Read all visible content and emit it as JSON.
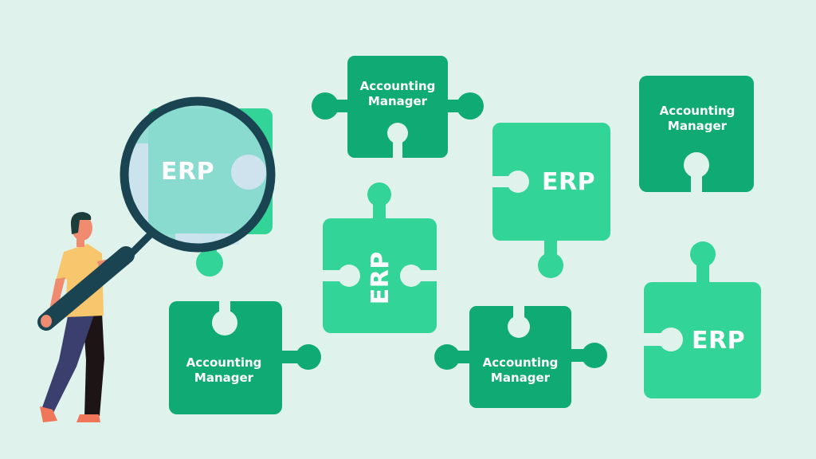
{
  "illustration": {
    "background_color": "#dff3ec",
    "colors": {
      "dark_green": "#10ab74",
      "light_green": "#33d497",
      "lens_tint": "#8fdbd2",
      "magnifier_frame": "#1b4452",
      "shirt": "#f7c66d",
      "skin": "#f08b70",
      "pants_front": "#3b3f6e",
      "pants_back": "#1d1416",
      "hair": "#1b3d3c",
      "shoes": "#f0765a"
    },
    "pieces": [
      {
        "id": "magnified",
        "label": "ERP",
        "color": "light_green",
        "position": "top-left (under magnifier)"
      },
      {
        "id": "top-center",
        "label_line1": "Accounting",
        "label_line2": "Manager",
        "color": "dark_green"
      },
      {
        "id": "mid-right",
        "label": "ERP",
        "color": "light_green"
      },
      {
        "id": "top-right",
        "label_line1": "Accounting",
        "label_line2": "Manager",
        "color": "dark_green"
      },
      {
        "id": "center",
        "label": "ERP",
        "color": "light_green",
        "rotated": true
      },
      {
        "id": "bottom-left",
        "label_line1": "Accounting",
        "label_line2": "Manager",
        "color": "dark_green"
      },
      {
        "id": "bottom-center",
        "label_line1": "Accounting",
        "label_line2": "Manager",
        "color": "dark_green"
      },
      {
        "id": "bottom-right",
        "label": "ERP",
        "color": "light_green"
      }
    ],
    "figure": "man-holding-magnifying-glass"
  }
}
